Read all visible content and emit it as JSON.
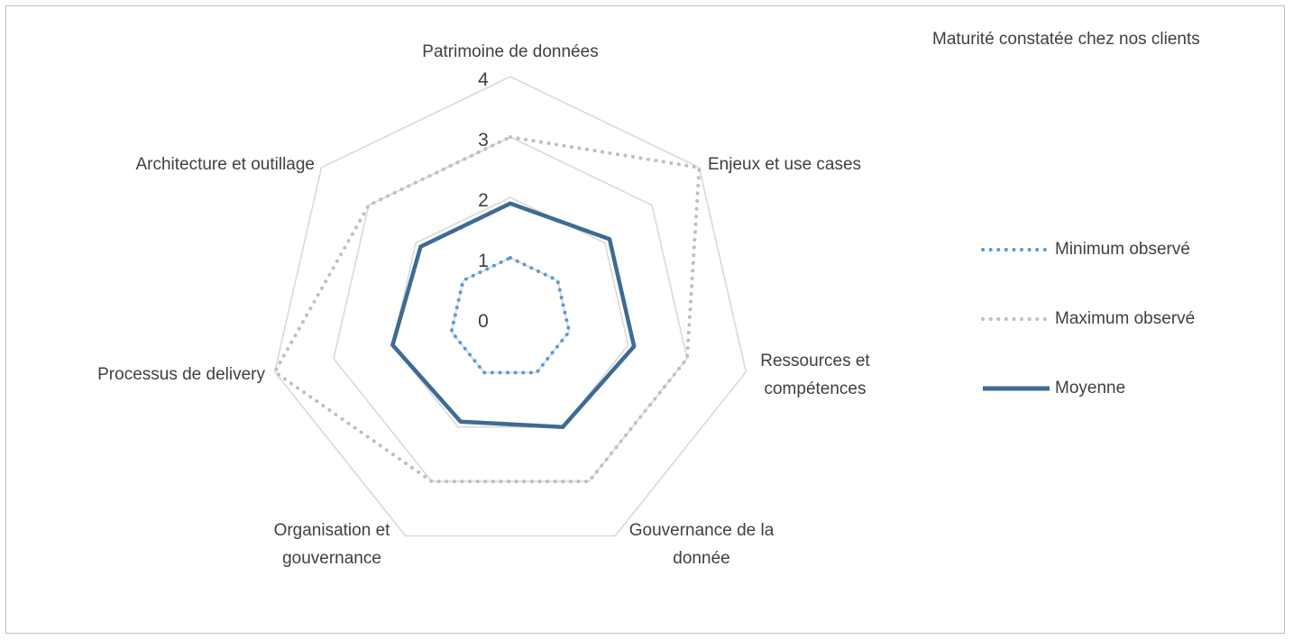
{
  "chart_data": {
    "type": "radar",
    "title": "Maturité constatée chez nos clients",
    "categories": [
      [
        "Patrimoine de données"
      ],
      [
        "Enjeux et use cases"
      ],
      [
        "Ressources et",
        "compétences"
      ],
      [
        "Gouvernance de la",
        "donnée"
      ],
      [
        "Organisation et",
        "gouvernance"
      ],
      [
        "Processus de delivery"
      ],
      [
        "Architecture et outillage"
      ]
    ],
    "rlim": [
      0,
      4
    ],
    "ticks": [
      "0",
      "1",
      "2",
      "3",
      "4"
    ],
    "series": [
      {
        "name": "Minimum observé",
        "values": [
          1.0,
          1.0,
          1.0,
          1.0,
          1.0,
          1.0,
          1.0
        ],
        "color": "#5b9bd5",
        "style": "dotted"
      },
      {
        "name": "Maximum observé",
        "values": [
          3.0,
          4.0,
          3.0,
          3.0,
          3.0,
          4.0,
          3.0
        ],
        "color": "#bfbfbf",
        "style": "dotted"
      },
      {
        "name": "Moyenne",
        "values": [
          1.9,
          2.1,
          2.1,
          2.0,
          1.9,
          2.0,
          1.9
        ],
        "color": "#3d6b93",
        "style": "solid"
      }
    ],
    "grid": true,
    "legend": "right"
  }
}
